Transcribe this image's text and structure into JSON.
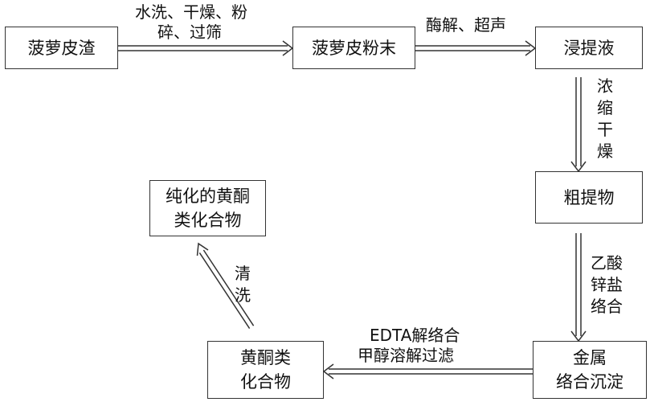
{
  "nodes": {
    "pomace": "菠萝皮渣",
    "powder": "菠萝皮粉末",
    "extract": "浸提液",
    "crude": "粗提物",
    "complex_line1": "金属",
    "complex_line2": "络合沉淀",
    "flavonoid_line1": "黄酮类",
    "flavonoid_line2": "化合物",
    "purified_line1": "纯化的黄酮",
    "purified_line2": "类化合物"
  },
  "edges": {
    "e1_line1": "水洗、干燥、粉",
    "e1_line2": "碎、过筛",
    "e2": "酶解、超声",
    "e3": [
      "浓",
      "缩",
      "干",
      "燥"
    ],
    "e4_line1": "乙酸",
    "e4_line2": "锌盐",
    "e4_line3": "络合",
    "e5_line1": "EDTA解络合",
    "e5_line2": "甲醇溶解过滤",
    "e6_line1": "清",
    "e6_line2": "洗"
  }
}
